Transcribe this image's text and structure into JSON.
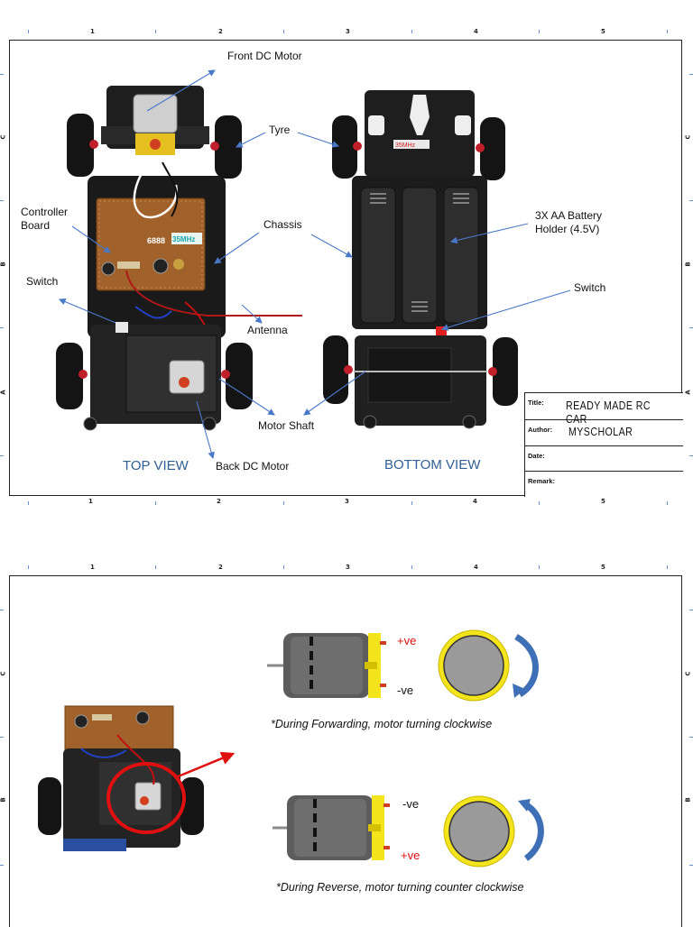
{
  "ruler": {
    "columns": [
      "1",
      "2",
      "3",
      "4",
      "5"
    ],
    "rows_top_sheet": [
      "C",
      "B",
      "A"
    ],
    "rows_bottom_sheet": [
      "C",
      "B"
    ]
  },
  "labels": {
    "front_dc_motor": "Front DC Motor",
    "tyre": "Tyre",
    "controller_board": "Controller\nBoard",
    "chassis": "Chassis",
    "battery_holder": "3X AA Battery\nHolder (4.5V)",
    "switch_top": "Switch",
    "switch_bottom": "Switch",
    "antenna": "Antenna",
    "motor_shaft": "Motor Shaft",
    "back_dc_motor": "Back DC Motor",
    "top_view": "TOP VIEW",
    "bottom_view": "BOTTOM VIEW",
    "board_mark": "6888",
    "board_freq": "35MHz",
    "chassis_freq": "35MHz"
  },
  "title_block": {
    "title_key": "Title:",
    "title_value": "READY MADE RC CAR",
    "author_key": "Author:",
    "author_value": "MYSCHOLAR",
    "date_key": "Date:",
    "date_value": "",
    "remark_key": "Remark:",
    "remark_value": ""
  },
  "motor_forward": {
    "plus": "+ve",
    "minus": "-ve",
    "note": "*During Forwarding, motor turning clockwise",
    "rotation": "clockwise"
  },
  "motor_reverse": {
    "plus": "+ve",
    "minus": "-ve",
    "note": "*During Reverse, motor turning counter clockwise",
    "rotation": "counter clockwise"
  },
  "colors": {
    "arrow": "#4a78c8",
    "title_blue": "#2f5f96",
    "highlight_red": "#e01010",
    "motor_yellow": "#f4e41c",
    "motor_grey": "#9a9a9a",
    "rotation_arrow": "#3f6fb6"
  }
}
